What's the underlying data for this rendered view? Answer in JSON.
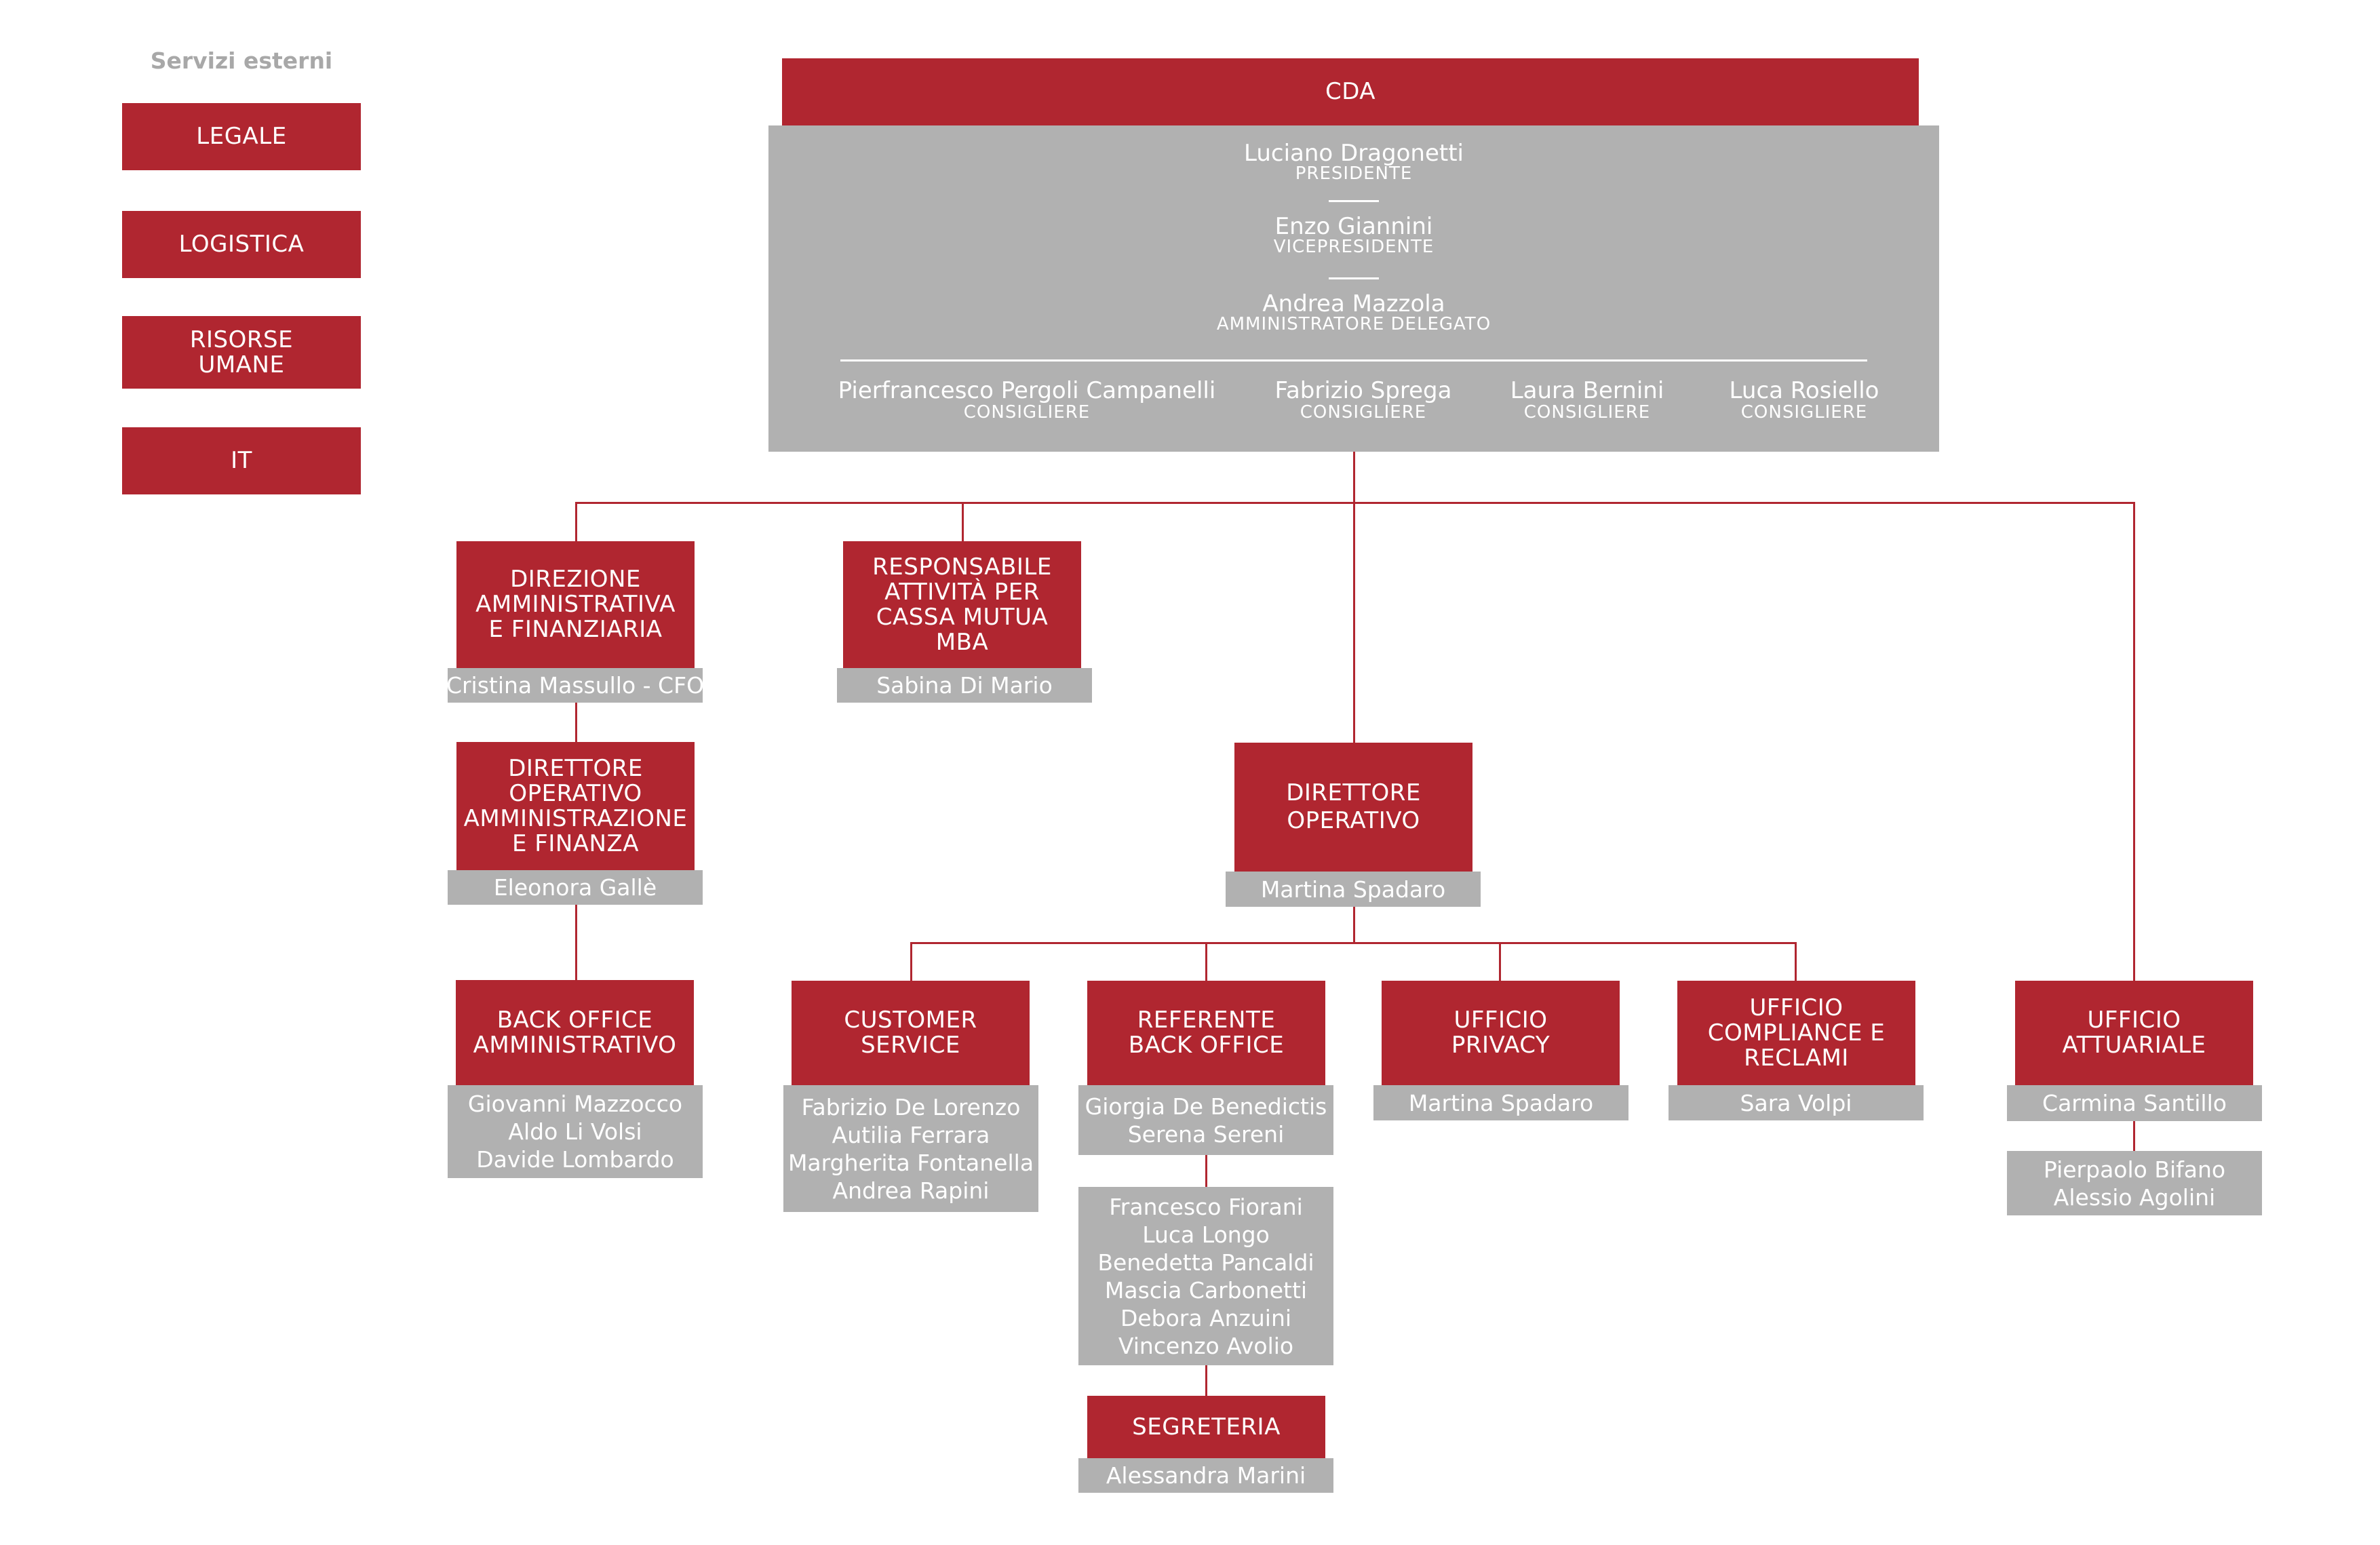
{
  "external_services": {
    "heading": "Servizi esterni",
    "items": [
      "LEGALE",
      "LOGISTICA",
      "RISORSE UMANE",
      "IT"
    ]
  },
  "cda": {
    "title": "CDA",
    "executives": [
      {
        "name": "Luciano Dragonetti",
        "role": "PRESIDENTE"
      },
      {
        "name": "Enzo Giannini",
        "role": "VICEPRESIDENTE"
      },
      {
        "name": "Andrea Mazzola",
        "role": "AMMINISTRATORE DELEGATO"
      }
    ],
    "councillors": [
      {
        "name": "Pierfrancesco Pergoli Campanelli",
        "role": "CONSIGLIERE"
      },
      {
        "name": "Fabrizio Sprega",
        "role": "CONSIGLIERE"
      },
      {
        "name": "Laura Bernini",
        "role": "CONSIGLIERE"
      },
      {
        "name": "Luca Rosiello",
        "role": "CONSIGLIERE"
      }
    ]
  },
  "units": {
    "dir_amm": {
      "title": "DIREZIONE AMMINISTRATIVA E FINANZIARIA",
      "staff": [
        "Cristina Massullo - CFO"
      ]
    },
    "resp_cassa": {
      "title": "RESPONSABILE ATTIVITÀ PER CASSA MUTUA MBA",
      "staff": [
        "Sabina Di Mario"
      ]
    },
    "dir_op_amm": {
      "title": "DIRETTORE OPERATIVO AMMINISTRAZIONE E FINANZA",
      "staff": [
        "Eleonora Gallè"
      ]
    },
    "dir_op": {
      "title": "DIRETTORE OPERATIVO",
      "staff": [
        "Martina Spadaro"
      ]
    },
    "back_office_amm": {
      "title": "BACK OFFICE AMMINISTRATIVO",
      "staff": [
        "Giovanni Mazzocco",
        "Aldo Li Volsi",
        "Davide Lombardo"
      ]
    },
    "customer_service": {
      "title": "CUSTOMER SERVICE",
      "staff": [
        "Fabrizio De Lorenzo",
        "Autilia Ferrara",
        "Margherita Fontanella",
        "Andrea Rapini"
      ]
    },
    "referente_bo": {
      "title": "REFERENTE BACK OFFICE",
      "staff": [
        "Giorgia De Benedictis",
        "Serena Sereni"
      ]
    },
    "referente_bo_team": {
      "staff": [
        "Francesco Fiorani",
        "Luca Longo",
        "Benedetta Pancaldi",
        "Mascia Carbonetti",
        "Debora Anzuini",
        "Vincenzo Avolio"
      ]
    },
    "segreteria": {
      "title": "SEGRETERIA",
      "staff": [
        "Alessandra Marini"
      ]
    },
    "privacy": {
      "title": "UFFICIO PRIVACY",
      "staff": [
        "Martina Spadaro"
      ]
    },
    "compliance": {
      "title": "UFFICIO COMPLIANCE E RECLAMI",
      "staff": [
        "Sara Volpi"
      ]
    },
    "attuariale": {
      "title": "UFFICIO ATTUARIALE",
      "staff": [
        "Carmina Santillo"
      ]
    },
    "attuariale_team": {
      "staff": [
        "Pierpaolo Bifano",
        "Alessio Agolini"
      ]
    }
  },
  "colors": {
    "accent": "#b02630",
    "grey": "#b1b1b1",
    "heading": "#a8a8a8"
  }
}
